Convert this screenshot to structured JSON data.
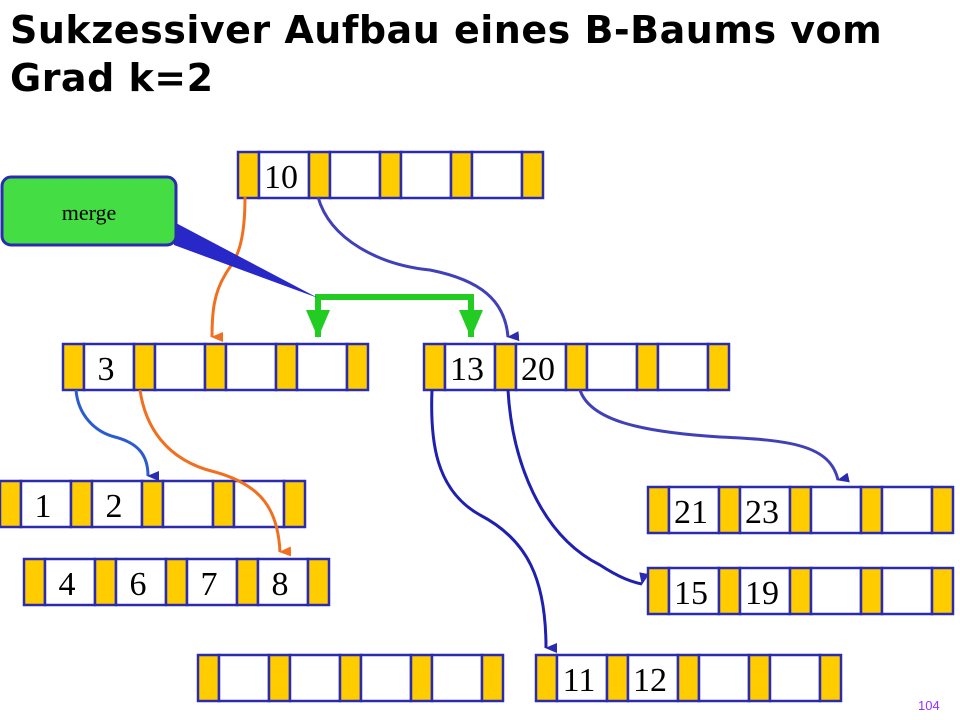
{
  "title": "Sukzessiver Aufbau eines B-Baums vom Grad k=2",
  "callout": "merge",
  "page_number": "104",
  "colors": {
    "node_border": "#2b2bb0",
    "pointer_slot": "#ffcc00",
    "blue_arrow": "#2b2bb0",
    "orange_arrow": "#f07020",
    "merge_green": "#22cc22",
    "callout_fill": "#44dd44",
    "page_number": "#9b30ff"
  },
  "nodes": [
    {
      "id": "root",
      "keys": [
        "10",
        "",
        "",
        ""
      ]
    },
    {
      "id": "left-internal",
      "keys": [
        "3",
        "",
        "",
        ""
      ]
    },
    {
      "id": "right-internal",
      "keys": [
        "13",
        "20",
        "",
        ""
      ]
    },
    {
      "id": "leaf-1-2",
      "keys": [
        "1",
        "2",
        "",
        ""
      ]
    },
    {
      "id": "leaf-4-6-7-8",
      "keys": [
        "4",
        "6",
        "7",
        "8"
      ]
    },
    {
      "id": "leaf-empty",
      "keys": [
        "",
        "",
        "",
        ""
      ]
    },
    {
      "id": "leaf-11-12",
      "keys": [
        "11",
        "12",
        "",
        ""
      ]
    },
    {
      "id": "leaf-15-19",
      "keys": [
        "15",
        "19",
        "",
        ""
      ]
    },
    {
      "id": "leaf-21-23",
      "keys": [
        "21",
        "23",
        "",
        ""
      ]
    }
  ]
}
